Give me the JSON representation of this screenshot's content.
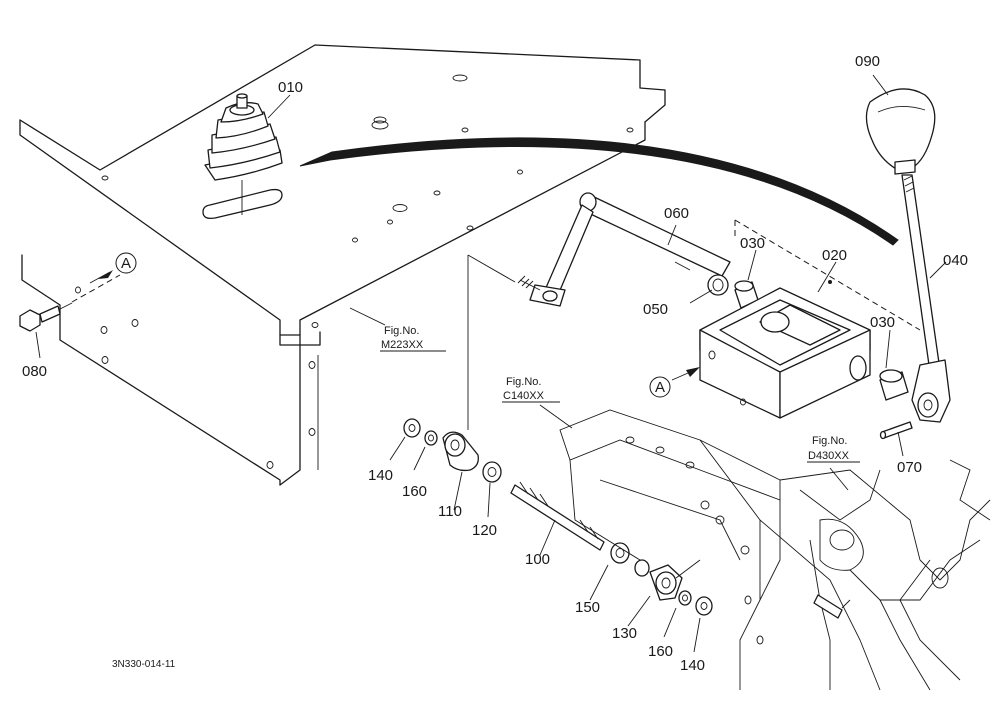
{
  "drawing_code": "3N330-014-11",
  "parts": {
    "p010": "010",
    "p020": "020",
    "p030a": "030",
    "p030b": "030",
    "p040": "040",
    "p050": "050",
    "p060": "060",
    "p070": "070",
    "p080": "080",
    "p090": "090",
    "p100": "100",
    "p110": "110",
    "p120": "120",
    "p130": "130",
    "p140a": "140",
    "p140b": "140",
    "p150": "150",
    "p160a": "160",
    "p160b": "160"
  },
  "refs": {
    "m223_a": "Fig.No.",
    "m223_b": "M223XX",
    "c140_a": "Fig.No.",
    "c140_b": "C140XX",
    "d430_a": "Fig.No.",
    "d430_b": "D430XX"
  },
  "callouts": {
    "a_left": "A",
    "a_right": "A"
  }
}
